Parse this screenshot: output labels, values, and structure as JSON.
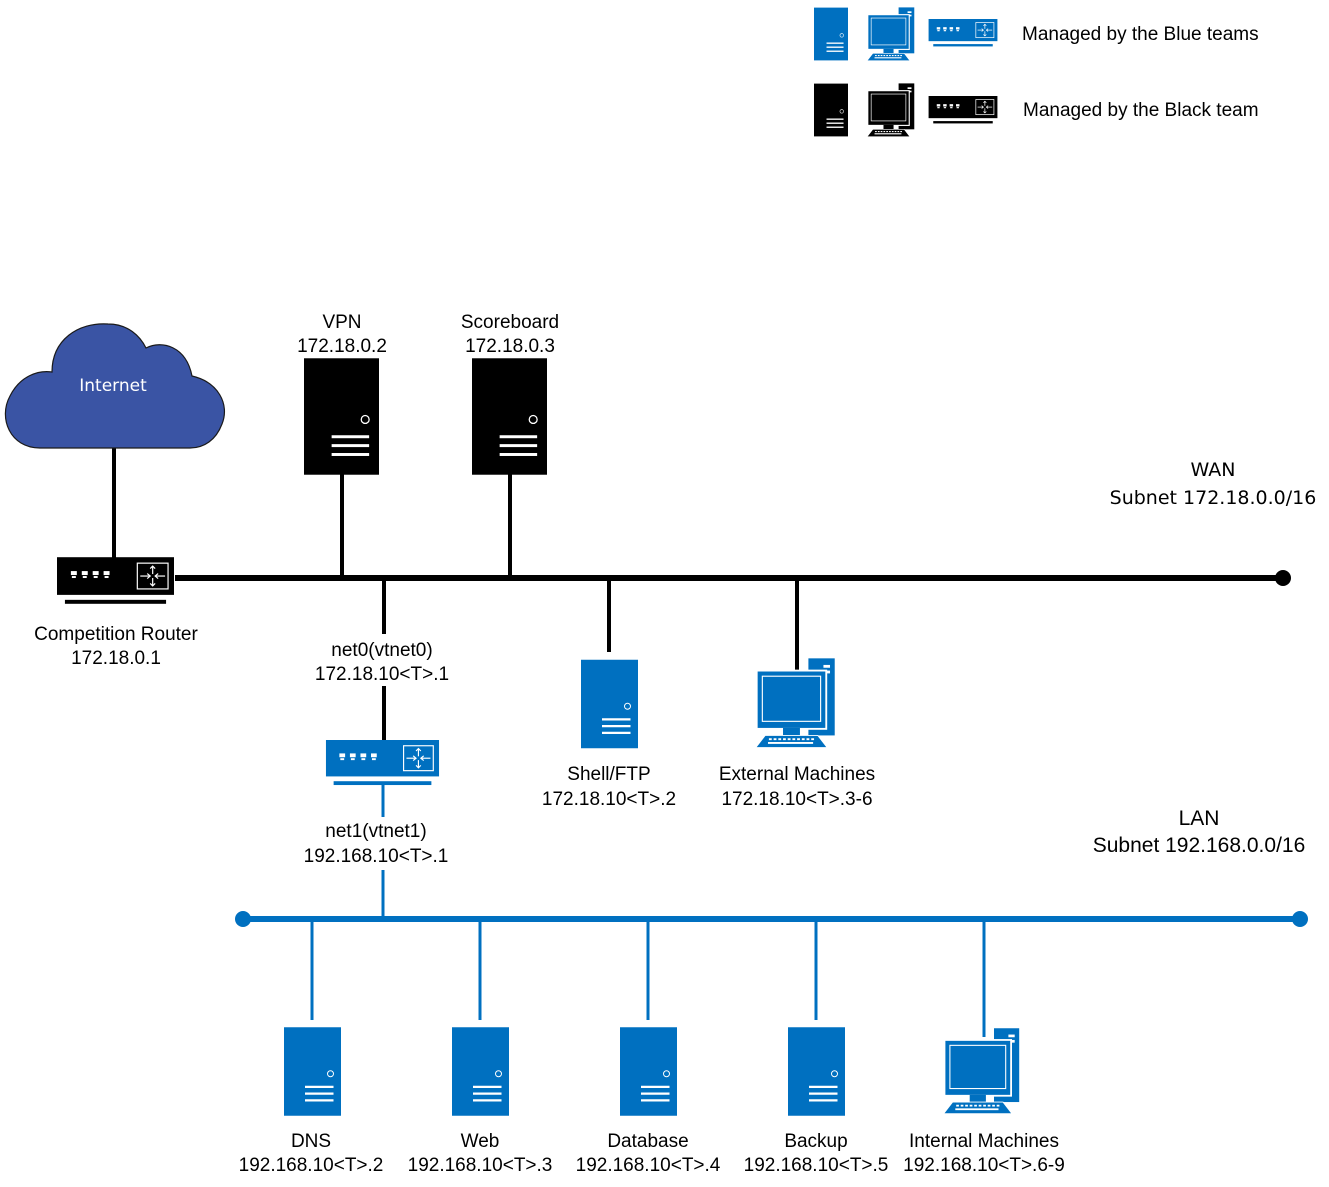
{
  "colors": {
    "blue": "#0070C0",
    "black": "#000000",
    "cloud": "#3A54A4",
    "white": "#FFFFFF"
  },
  "legend": {
    "items": [
      {
        "label": "Managed by the Blue teams",
        "color": "blue",
        "icons": [
          "server-icon",
          "workstation-icon",
          "router-icon"
        ]
      },
      {
        "label": "Managed by the Black team",
        "color": "black",
        "icons": [
          "server-icon",
          "workstation-icon",
          "router-icon"
        ]
      }
    ]
  },
  "internet": {
    "label": "Internet",
    "icon": "cloud-icon"
  },
  "competition_router": {
    "name": "Competition Router",
    "ip": "172.18.0.1",
    "icon": "router-icon"
  },
  "wan": {
    "title": "WAN",
    "subnet": "Subnet 172.18.0.0/16"
  },
  "lan": {
    "title": "LAN",
    "subnet": "Subnet 192.168.0.0/16"
  },
  "wan_servers": [
    {
      "name": "VPN",
      "ip": "172.18.0.2",
      "icon": "server-icon",
      "managed_by": "black"
    },
    {
      "name": "Scoreboard",
      "ip": "172.18.0.3",
      "icon": "server-icon",
      "managed_by": "black"
    }
  ],
  "team_router": {
    "net0": {
      "name": "net0(vtnet0)",
      "ip": "172.18.10<T>.1"
    },
    "net1": {
      "name": "net1(vtnet1)",
      "ip": "192.168.10<T>.1"
    },
    "icon": "router-icon",
    "managed_by": "blue"
  },
  "wan_blue_hosts": [
    {
      "name": "Shell/FTP",
      "ip": "172.18.10<T>.2",
      "icon": "server-icon",
      "managed_by": "blue"
    },
    {
      "name": "External Machines",
      "ip": "172.18.10<T>.3-6",
      "icon": "workstation-icon",
      "managed_by": "blue"
    }
  ],
  "lan_hosts": [
    {
      "name": "DNS",
      "ip": "192.168.10<T>.2",
      "icon": "server-icon",
      "managed_by": "blue"
    },
    {
      "name": "Web",
      "ip": "192.168.10<T>.3",
      "icon": "server-icon",
      "managed_by": "blue"
    },
    {
      "name": "Database",
      "ip": "192.168.10<T>.4",
      "icon": "server-icon",
      "managed_by": "blue"
    },
    {
      "name": "Backup",
      "ip": "192.168.10<T>.5",
      "icon": "server-icon",
      "managed_by": "blue"
    },
    {
      "name": "Internal Machines",
      "ip": "192.168.10<T>.6-9",
      "icon": "workstation-icon",
      "managed_by": "blue"
    }
  ]
}
